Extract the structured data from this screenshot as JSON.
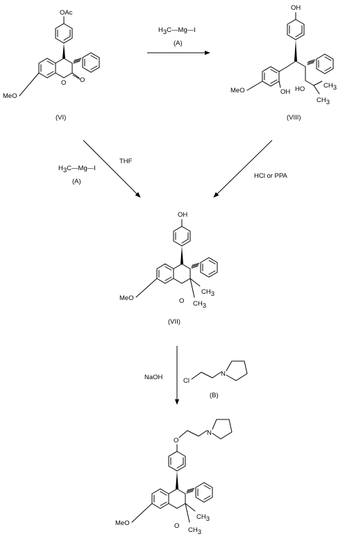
{
  "compound_VI": {
    "label": "(VI)",
    "substituent_top": "OAc",
    "methoxy": "MeO",
    "carbonyl_o": "O",
    "ring_o": "O"
  },
  "compound_VIII": {
    "label": "(VIII)",
    "substituent_top": "OH",
    "methoxy": "MeO",
    "phenol_oh": "OH",
    "alcohol_ho": "HO",
    "methyl_a": "CH",
    "methyl_a_sub": "3",
    "methyl_b": "CH",
    "methyl_b_sub": "3"
  },
  "compound_VII": {
    "label": "(VII)",
    "substituent_top": "OH",
    "methoxy": "MeO",
    "ring_o": "O",
    "methyl_a": "CH",
    "methyl_a_sub": "3",
    "methyl_b": "CH",
    "methyl_b_sub": "3"
  },
  "product": {
    "ether_o": "O",
    "nitrogen": "N",
    "methoxy": "MeO",
    "ring_o": "O",
    "methyl_a": "CH",
    "methyl_a_sub": "3",
    "methyl_b": "CH",
    "methyl_b_sub": "3"
  },
  "reagent_A_top": {
    "h": "H",
    "h_sub": "3",
    "c_mg_i": "C—Mg—I",
    "label": "(A)"
  },
  "reagent_A_left": {
    "h": "H",
    "h_sub": "3",
    "c_mg_i": "C—Mg—I",
    "label": "(A)",
    "solvent": "THF"
  },
  "reagent_acid": {
    "text": "HCl or PPA"
  },
  "reagent_B": {
    "base": "NaOH",
    "cl": "Cl",
    "nitrogen": "N",
    "label": "(B)"
  }
}
